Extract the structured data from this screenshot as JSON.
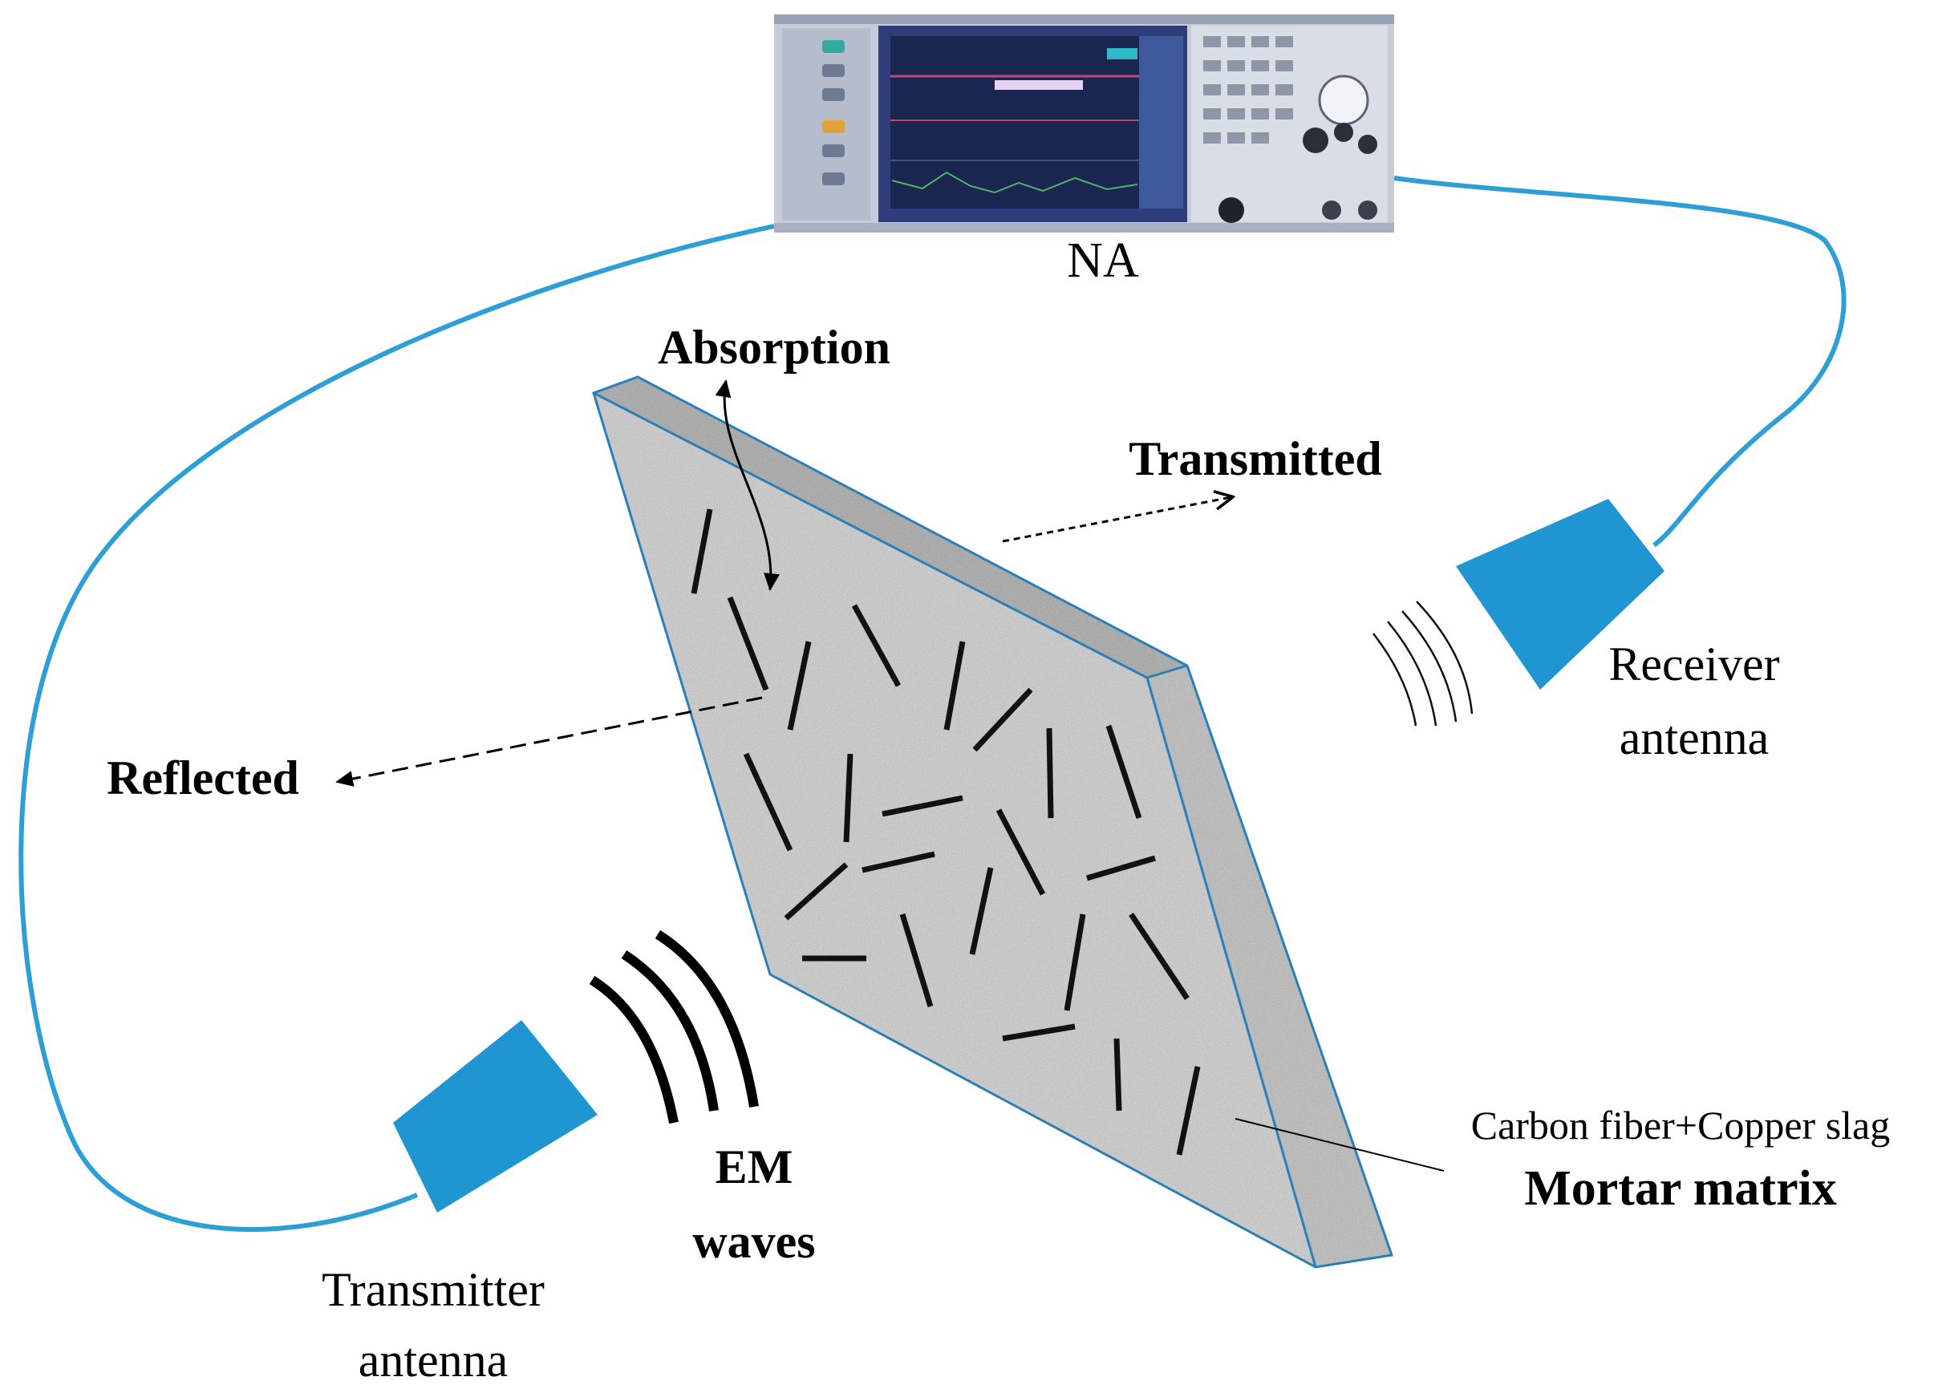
{
  "instrument": {
    "label": "NA"
  },
  "labels": {
    "absorption": "Absorption",
    "transmitted": "Transmitted",
    "reflected": "Reflected",
    "receiver_line1": "Receiver",
    "receiver_line2": "antenna",
    "transmitter_line1": "Transmitter",
    "transmitter_line2": "antenna",
    "em_line1": "EM",
    "em_line2": "waves",
    "composition": "Carbon fiber+Copper slag",
    "matrix": "Mortar matrix"
  },
  "colors": {
    "cable": "#2e9fd6",
    "antenna": "#1f96d2",
    "slab_outline": "#2a7fb8",
    "fiber": "#111111"
  }
}
